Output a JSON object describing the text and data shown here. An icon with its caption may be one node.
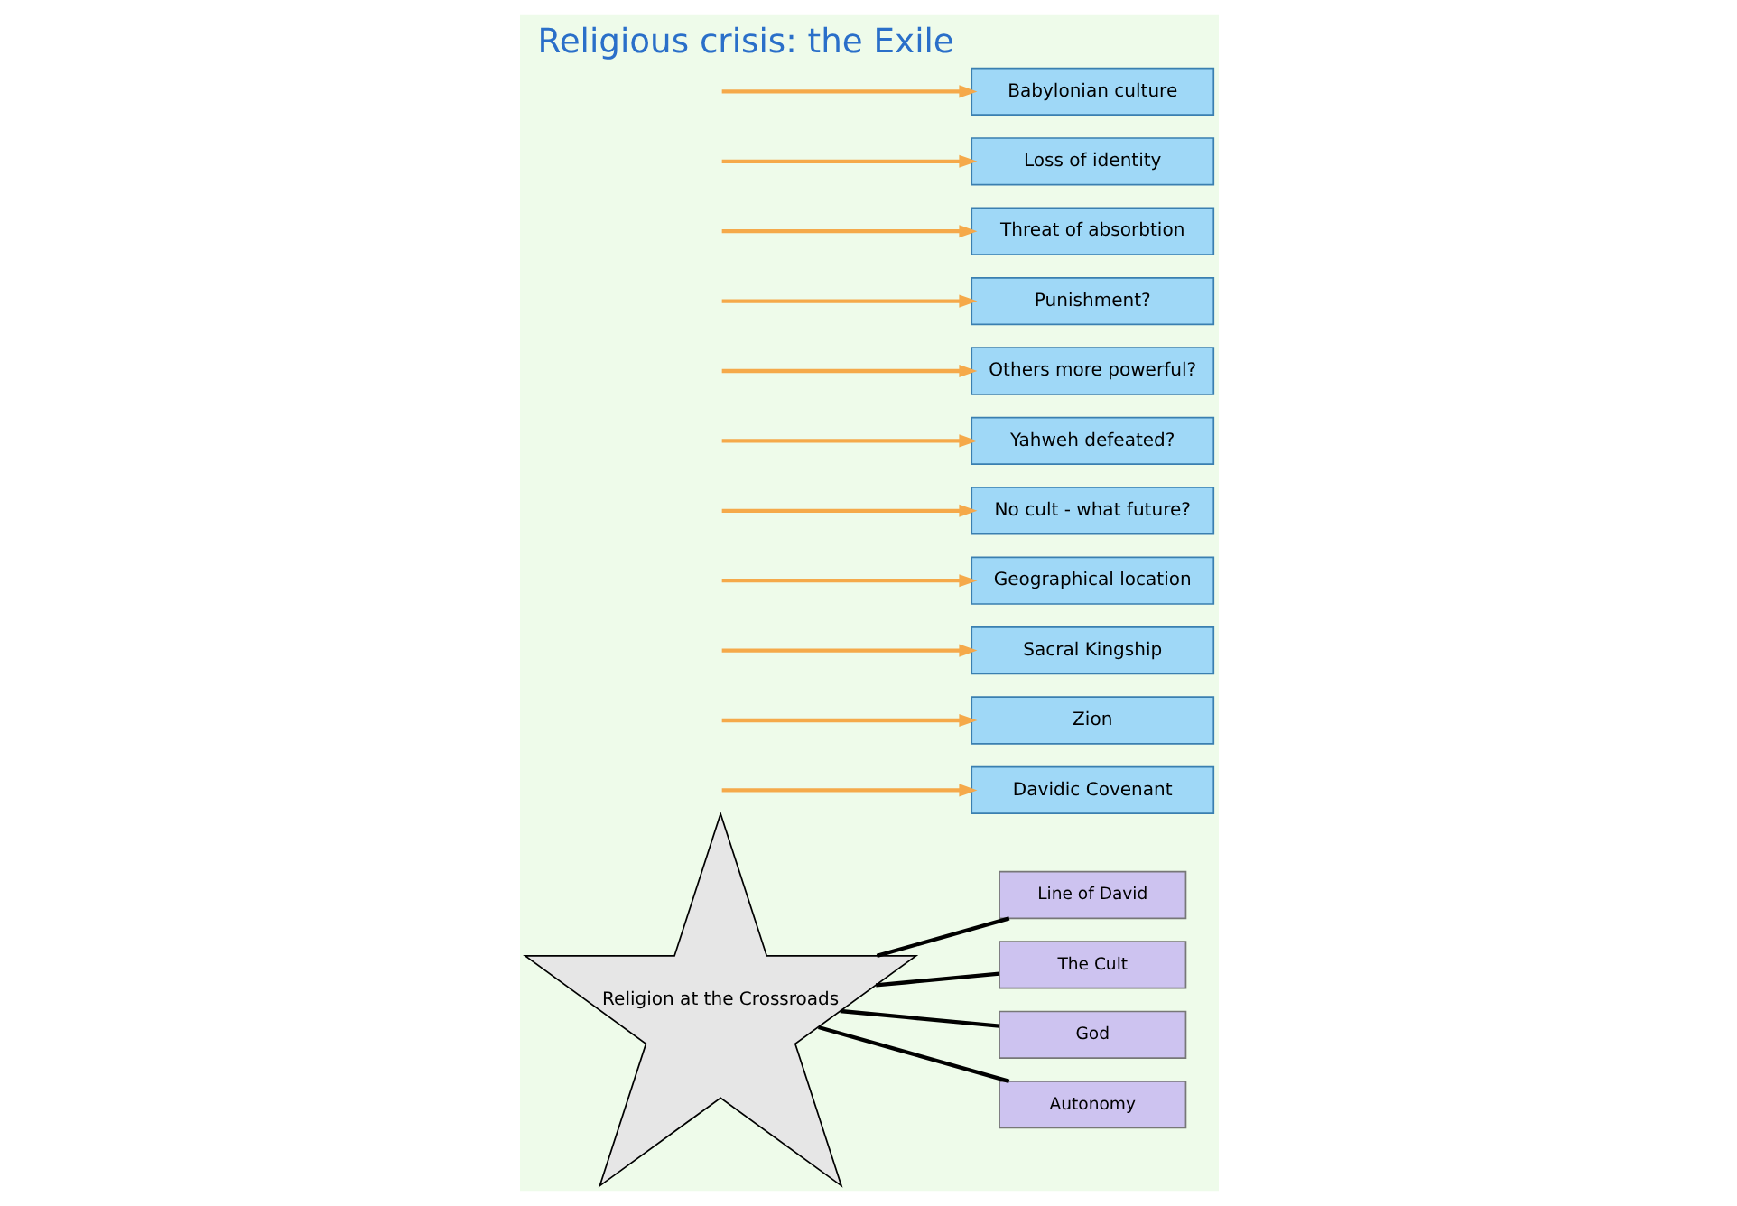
{
  "diagram": {
    "title": "Religious crisis: the Exile",
    "nodes": [
      {
        "text": [
          "Religion at the Crossroads"
        ]
      },
      {
        "text": [
          "Line of David"
        ]
      },
      {
        "text": [
          "Davidic Covenant"
        ]
      },
      {
        "text": [
          "Zion"
        ]
      },
      {
        "text": [
          "Sacral Kingship"
        ]
      },
      {
        "text": [
          "The Cult"
        ]
      },
      {
        "text": [
          "Geographical location"
        ]
      },
      {
        "text": [
          "No cult - what future?"
        ]
      },
      {
        "text": [
          "God"
        ]
      },
      {
        "text": [
          "Yahweh defeated?"
        ]
      },
      {
        "text": [
          "Others more powerful?"
        ]
      },
      {
        "text": [
          "Punishment?"
        ]
      },
      {
        "text": [
          "Autonomy"
        ]
      },
      {
        "text": [
          "Threat of absorbtion"
        ]
      },
      {
        "text": [
          "Loss of identity"
        ]
      },
      {
        "text": [
          "Babylonian culture"
        ]
      }
    ],
    "edges": [
      {
        "from": 0,
        "to": 1,
        "arrow": "none",
        "color": "#000000"
      },
      {
        "from": 0,
        "to": 5,
        "arrow": "none",
        "color": "#000000"
      },
      {
        "from": 0,
        "to": 8,
        "arrow": "none",
        "color": "#000000"
      },
      {
        "from": 0,
        "to": 12,
        "arrow": "none",
        "color": "#000000"
      },
      {
        "from": null,
        "to": 2,
        "arrow": "to"
      },
      {
        "from": null,
        "to": 3,
        "arrow": "to"
      },
      {
        "from": null,
        "to": 4,
        "arrow": "to"
      },
      {
        "from": null,
        "to": 6,
        "arrow": "to"
      },
      {
        "from": null,
        "to": 7,
        "arrow": "to"
      },
      {
        "from": null,
        "to": 9,
        "arrow": "to"
      },
      {
        "from": null,
        "to": 10,
        "arrow": "to"
      },
      {
        "from": null,
        "to": 11,
        "arrow": "to"
      },
      {
        "from": null,
        "to": 13,
        "arrow": "to"
      },
      {
        "from": null,
        "to": 14,
        "arrow": "to"
      },
      {
        "from": null,
        "to": 15,
        "arrow": "to"
      }
    ]
  }
}
